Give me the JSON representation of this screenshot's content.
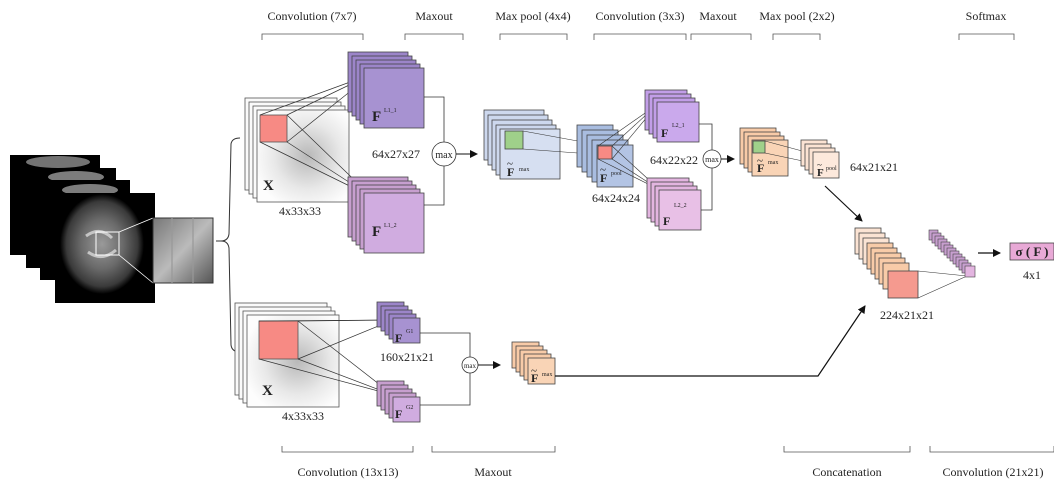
{
  "stage_labels": {
    "conv7": "Convolution (7x7)",
    "maxout_a": "Maxout",
    "maxpool4": "Max pool (4x4)",
    "conv3": "Convolution (3x3)",
    "maxout_b": "Maxout",
    "maxpool2": "Max pool (2x2)",
    "softmax": "Softmax",
    "conv13": "Convolution (13x13)",
    "maxout_c": "Maxout",
    "concat": "Concatenation",
    "conv21": "Convolution (21x21)"
  },
  "dims": {
    "input_top": "4x33x33",
    "input_bottom": "4x33x33",
    "l1": "64x27x27",
    "pool4": "64x24x24",
    "l2": "64x22x22",
    "pool2": "64x21x21",
    "g": "160x21x21",
    "concat": "224x21x21",
    "out": "4x1"
  },
  "symbols": {
    "x": "X",
    "f": "F",
    "tilde": "~",
    "max": "max",
    "l1_1": "L1_1",
    "l1_2": "L1_2",
    "l2_1": "L2_1",
    "l2_2": "L2_2",
    "g1": "G1",
    "g2": "G2",
    "sup_max": "max",
    "sup_pool": "pool",
    "sigma": "σ ( F )"
  },
  "colors": {
    "purple": "#9c85c9",
    "pink_purple": "#c79fcf",
    "light_blue": "#cdd8ee",
    "blue": "#a9bde0",
    "violet": "#c29ee8",
    "orchid": "#e3b5e0",
    "peach": "#f8cba8",
    "light_peach": "#fbe3d3",
    "salmon": "#f59a8f",
    "green": "#9fd08a",
    "softmax_pink": "#e8a9d6"
  }
}
